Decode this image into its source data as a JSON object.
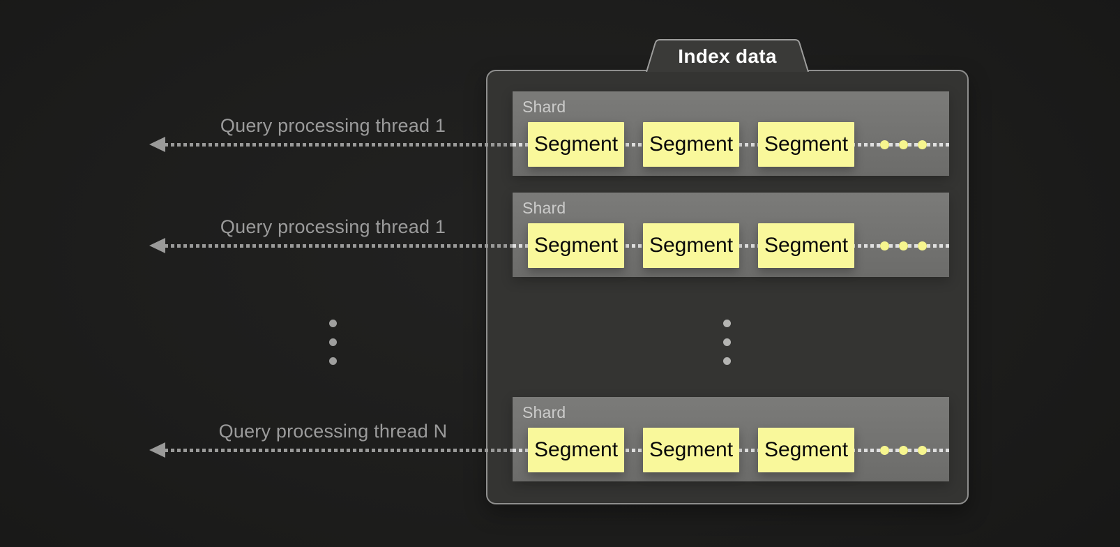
{
  "page": {
    "background": "#1d1d1c"
  },
  "index_group": {
    "title": "Index data",
    "fill_color": "#343432",
    "border_color": "#8f8f8e"
  },
  "threads": [
    {
      "label": "Query processing thread 1"
    },
    {
      "label": "Query processing thread 1"
    },
    {
      "label": "Query processing thread N"
    }
  ],
  "shards": [
    {
      "label": "Shard",
      "segments": [
        "Segment",
        "Segment",
        "Segment"
      ],
      "trailing_ellipsis_dots": 3
    },
    {
      "label": "Shard",
      "segments": [
        "Segment",
        "Segment",
        "Segment"
      ],
      "trailing_ellipsis_dots": 3
    },
    {
      "label": "Shard",
      "segments": [
        "Segment",
        "Segment",
        "Segment"
      ],
      "trailing_ellipsis_dots": 3
    }
  ],
  "ellipses": {
    "left_vertical_dots": 3,
    "inner_vertical_dots": 3
  },
  "colors": {
    "segment_fill": "#f9f89b",
    "segment_text": "#0a0a0a",
    "shard_fill": "#747472",
    "shard_label": "#cccccb",
    "arrow_and_label_gray": "#9b9b9b",
    "inner_dotted_line": "#c7c7c6",
    "yellow_ellipsis_dot": "#f6f58e",
    "title_text": "#ffffff"
  }
}
